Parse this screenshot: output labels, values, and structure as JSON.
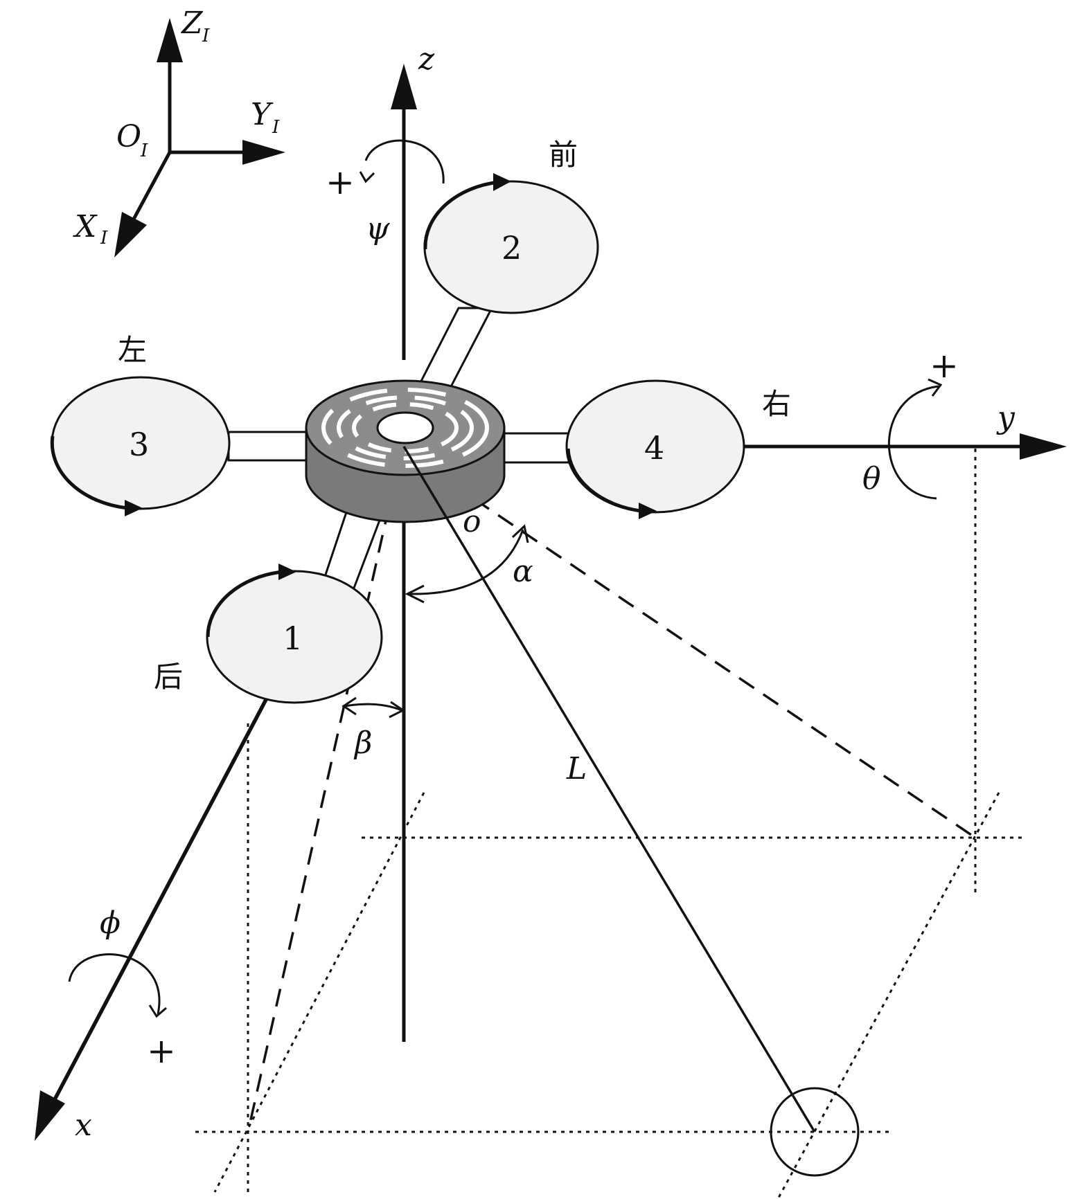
{
  "inertial_frame": {
    "z_axis": "Z",
    "z_sub": "I",
    "y_axis": "Y",
    "y_sub": "I",
    "x_axis": "X",
    "x_sub": "I",
    "origin": "O",
    "origin_sub": "I"
  },
  "body_frame": {
    "z_axis": "z",
    "y_axis": "y",
    "x_axis": "x",
    "origin": "o"
  },
  "rotors": [
    {
      "number": "1",
      "position": "后"
    },
    {
      "number": "2",
      "position": "前"
    },
    {
      "number": "3",
      "position": "左"
    },
    {
      "number": "4",
      "position": "右"
    }
  ],
  "angles": {
    "yaw": "ψ",
    "pitch": "θ",
    "roll": "ϕ",
    "alpha": "α",
    "beta": "β",
    "positive_sign": "+"
  },
  "cable_length": "L",
  "colors": {
    "line": "#111111",
    "rotor_fill": "#f2f2f2",
    "hub_fill": "#7a7a7a",
    "hub_top": "#9a9a9a"
  }
}
